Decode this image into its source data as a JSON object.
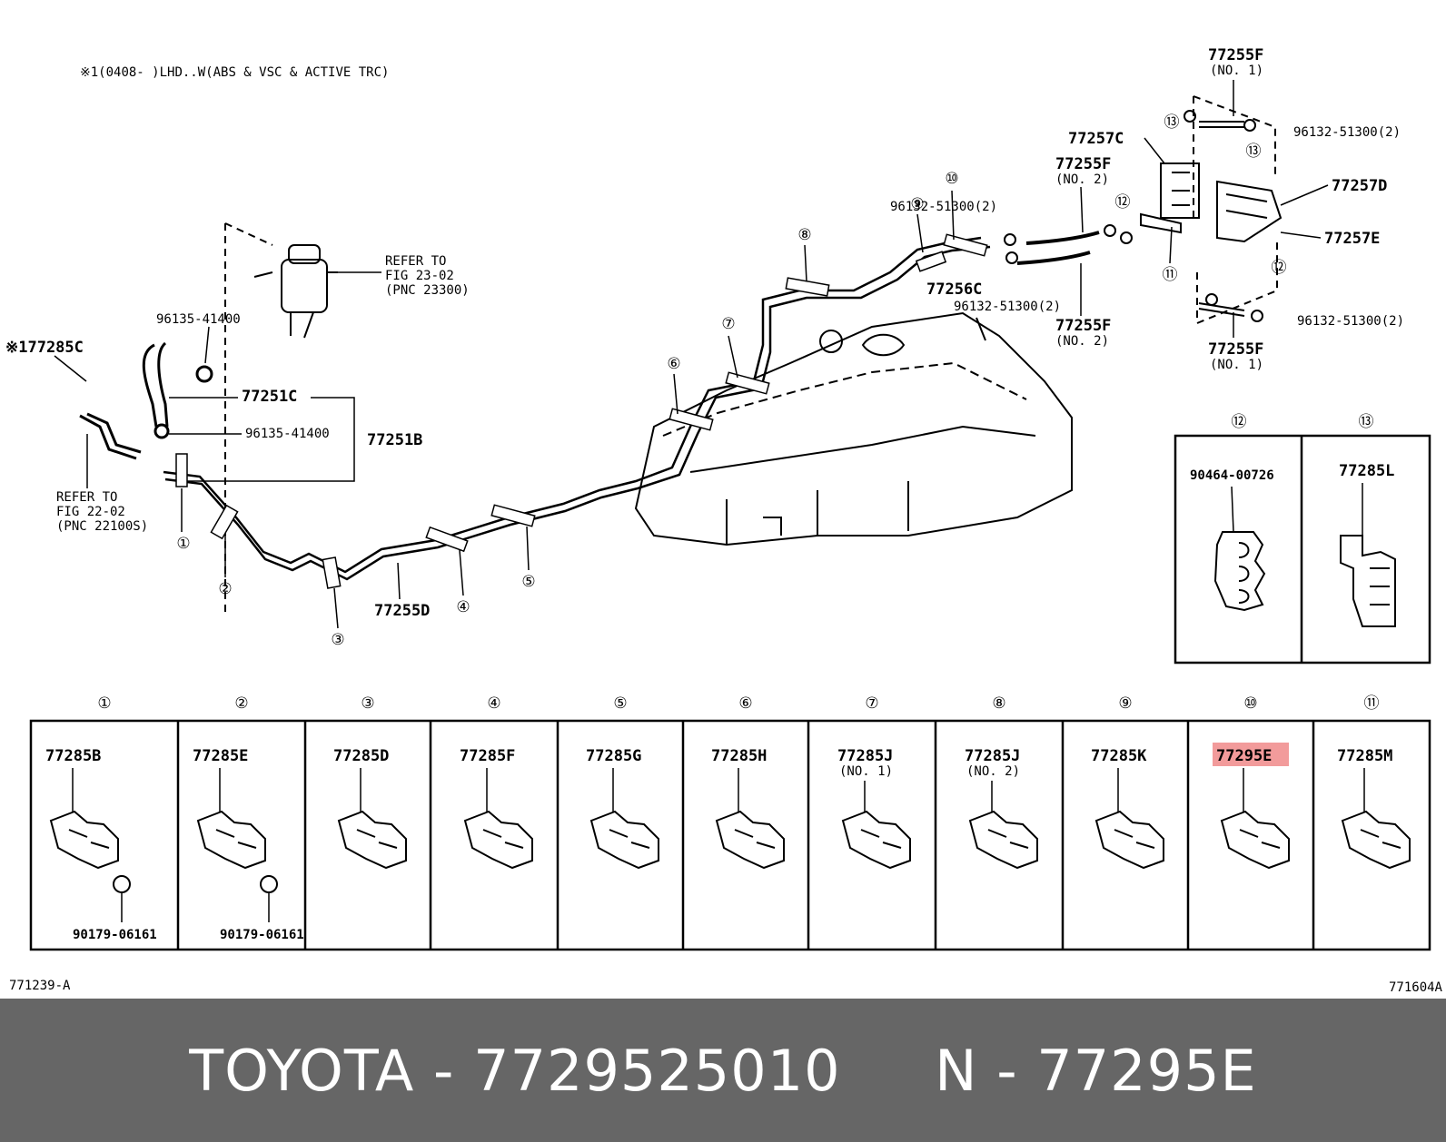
{
  "note": "※1(0408-     )LHD..W(ABS & VSC & ACTIVE TRC)",
  "refer_23": [
    "REFER TO",
    "FIG 23-02",
    "(PNC 23300)"
  ],
  "refer_22": [
    "REFER TO",
    "FIG 22-02",
    "(PNC 22100S)"
  ],
  "callouts": {
    "p177285c": "※177285C",
    "p96135_a": "96135-41400",
    "p96135_b": "96135-41400",
    "p77251c": "77251C",
    "p77251b": "77251B",
    "p77255d": "77255D",
    "p77256c": "77256C",
    "p77255f_top": "77255F",
    "p77255f_top_no": "(NO. 1)",
    "p96132_a": "96132-51300(2)",
    "p77257c": "77257C",
    "p77255f_mid": "77255F",
    "p77255f_mid_no": "(NO. 2)",
    "p96132_b": "96132-51300(2)",
    "p77257d": "77257D",
    "p77257e": "77257E",
    "p96132_c": "96132-51300(2)",
    "p77255f_low": "77255F",
    "p77255f_low_no": "(NO. 2)",
    "p96132_d": "96132-51300(2)",
    "p77255f_bot": "77255F",
    "p77255f_bot_no": "(NO. 1)",
    "p90464": "90464-00726",
    "p77285l": "77285L"
  },
  "circle_numbers": [
    "①",
    "②",
    "③",
    "④",
    "⑤",
    "⑥",
    "⑦",
    "⑧",
    "⑨",
    "⑩",
    "⑪",
    "⑫",
    "⑬"
  ],
  "grid": [
    {
      "num": "①",
      "part": "77285B",
      "sub": "",
      "bolt": "90179-06161",
      "highlight": false
    },
    {
      "num": "②",
      "part": "77285E",
      "sub": "",
      "bolt": "90179-06161",
      "highlight": false
    },
    {
      "num": "③",
      "part": "77285D",
      "sub": "",
      "bolt": "",
      "highlight": false
    },
    {
      "num": "④",
      "part": "77285F",
      "sub": "",
      "bolt": "",
      "highlight": false
    },
    {
      "num": "⑤",
      "part": "77285G",
      "sub": "",
      "bolt": "",
      "highlight": false
    },
    {
      "num": "⑥",
      "part": "77285H",
      "sub": "",
      "bolt": "",
      "highlight": false
    },
    {
      "num": "⑦",
      "part": "77285J",
      "sub": "(NO. 1)",
      "bolt": "",
      "highlight": false
    },
    {
      "num": "⑧",
      "part": "77285J",
      "sub": "(NO. 2)",
      "bolt": "",
      "highlight": false
    },
    {
      "num": "⑨",
      "part": "77285K",
      "sub": "",
      "bolt": "",
      "highlight": false
    },
    {
      "num": "⑩",
      "part": "77295E",
      "sub": "",
      "bolt": "",
      "highlight": true
    },
    {
      "num": "⑪",
      "part": "77285M",
      "sub": "",
      "bolt": "",
      "highlight": false
    }
  ],
  "inset": [
    {
      "num": "⑫",
      "part": "90464-00726"
    },
    {
      "num": "⑬",
      "part": "77285L"
    }
  ],
  "fig_left": "771239-A",
  "fig_right": "771604A",
  "footer": "TOYOTA - 7729525010     N - 77295E",
  "colors": {
    "highlight": "#f08a8a",
    "footer_bg": "#666666",
    "footer_text": "#ffffff"
  }
}
